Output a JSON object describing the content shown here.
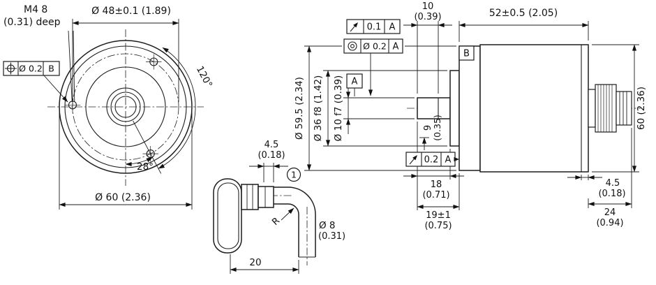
{
  "drawing": {
    "front_view": {
      "m4_label_line1": "M4 8",
      "m4_label_line2": "(0.31) deep",
      "dia_48_label": "Ø 48±0.1 (1.89)",
      "position_tol_value": "Ø 0.2",
      "position_tol_datum": "B",
      "angle_120_label": "120°",
      "angle_28_label": "28°",
      "dia_60_label": "Ø 60 (2.36)"
    },
    "cable_view": {
      "dim_4_5_mm": "4.5",
      "dim_4_5_inch": "(0.18)",
      "callout_1": "1",
      "bend_radius_label": "R",
      "dia_8_mm": "Ø 8",
      "dia_8_inch": "(0.31)",
      "dim_20_label": "20"
    },
    "side_view": {
      "dim_10_mm": "10",
      "dim_10_inch": "(0.39)",
      "dim_52_label": "52±0.5 (2.05)",
      "runout_front_value": "0.1",
      "runout_front_datum": "A",
      "concentricity_value": "Ø 0.2",
      "concentricity_datum": "A",
      "datum_a_label": "A",
      "datum_b_label": "B",
      "dia_59_5_label": "Ø 59.5 (2.34)",
      "dia_36_label": "Ø 36 f8 (1.42)",
      "dia_10_label": "Ø 10 f7 (0.39)",
      "dim_9_mm": "9",
      "dim_9_inch": "(0.35)",
      "runout_face_value": "0.2",
      "runout_face_datum": "A",
      "dim_18_mm": "18",
      "dim_18_inch": "(0.71)",
      "dim_19_mm": "19±1",
      "dim_19_inch": "(0.75)",
      "dim_60_label": "60 (2.36)",
      "dim_4_5_mm": "4.5",
      "dim_4_5_inch": "(0.18)",
      "dim_24_mm": "24",
      "dim_24_inch": "(0.94)"
    }
  }
}
